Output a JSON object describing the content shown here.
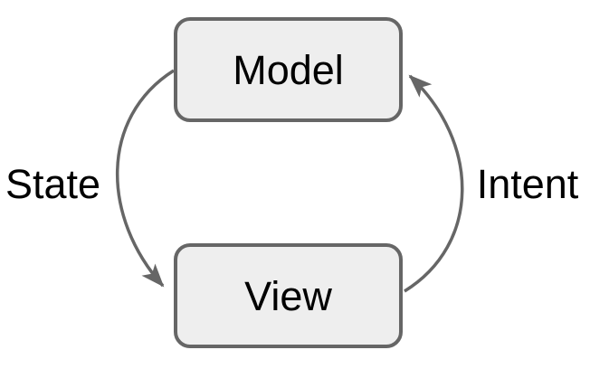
{
  "diagram": {
    "type": "cycle",
    "background": "#ffffff",
    "colors": {
      "node_fill": "#eeeeee",
      "node_stroke": "#666666",
      "edge_stroke": "#666666",
      "label_text": "#000000"
    },
    "nodes": [
      {
        "id": "model",
        "label": "Model"
      },
      {
        "id": "view",
        "label": "View"
      }
    ],
    "edges": [
      {
        "id": "state",
        "label": "State",
        "from": "model",
        "to": "view",
        "side": "left"
      },
      {
        "id": "intent",
        "label": "Intent",
        "from": "view",
        "to": "model",
        "side": "right"
      }
    ]
  }
}
